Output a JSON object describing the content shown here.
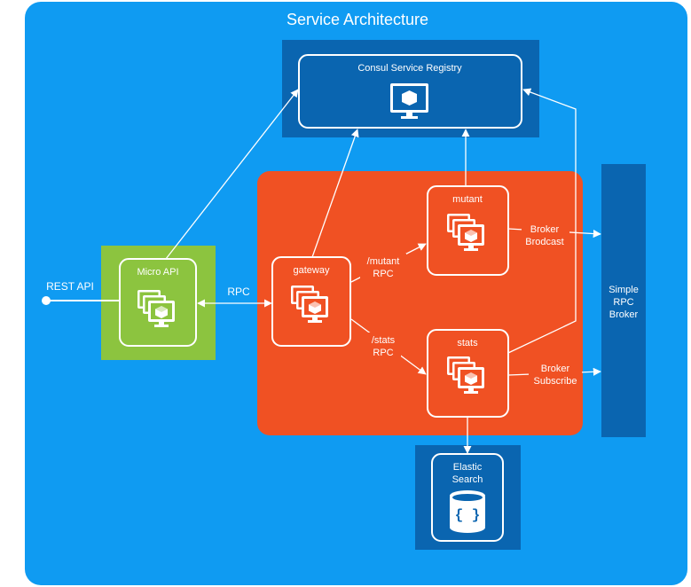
{
  "title": "Service Architecture",
  "colors": {
    "background": "#0f9bf2",
    "dark_panel": "#0a65b0",
    "service_stroke": "#ffffff",
    "micro_api_green": "#8cc43f",
    "cluster_orange": "#f05123",
    "text": "#ffffff"
  },
  "nodes": {
    "consul": {
      "label": "Consul Service Registry",
      "icon": "monitor-cube-icon"
    },
    "micro_api": {
      "label": "Micro API",
      "icon": "stacked-monitors-icon"
    },
    "gateway": {
      "label": "gateway",
      "icon": "stacked-monitors-icon"
    },
    "mutant": {
      "label": "mutant",
      "icon": "stacked-monitors-icon"
    },
    "stats": {
      "label": "stats",
      "icon": "stacked-monitors-icon"
    },
    "elastic": {
      "label_line1": "Elastic",
      "label_line2": "Search",
      "icon": "database-braces-icon"
    },
    "broker": {
      "label_line1": "Simple",
      "label_line2": "RPC",
      "label_line3": "Broker"
    }
  },
  "edge_labels": {
    "rest_api": "REST API",
    "rpc": "RPC",
    "mutant_rpc_line1": "/mutant",
    "mutant_rpc_line2": "RPC",
    "stats_rpc_line1": "/stats",
    "stats_rpc_line2": "RPC",
    "broker_broadcast_line1": "Broker",
    "broker_broadcast_line2": "Brodcast",
    "broker_subscribe_line1": "Broker",
    "broker_subscribe_line2": "Subscribe"
  }
}
